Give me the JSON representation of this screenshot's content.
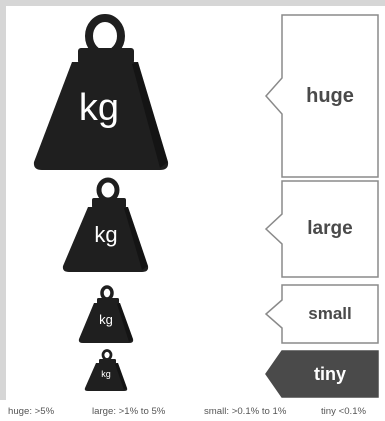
{
  "categories": [
    {
      "key": "huge",
      "weight_text": "kg",
      "arrow_label": "huge",
      "filled": false
    },
    {
      "key": "large",
      "weight_text": "kg",
      "arrow_label": "large",
      "filled": false
    },
    {
      "key": "small",
      "weight_text": "kg",
      "arrow_label": "small",
      "filled": false
    },
    {
      "key": "tiny",
      "weight_text": "kg",
      "arrow_label": "tiny",
      "filled": true
    }
  ],
  "legend": [
    "huge: >5%",
    "large: >1% to 5%",
    "small: >0.1% to 1%",
    "tiny <0.1%"
  ],
  "colors": {
    "weight_body": "#1f1f1f",
    "arrow_border": "#8a8a8a",
    "arrow_fill_tiny": "#4a4a4a",
    "label_text": "#4a4a4a",
    "label_text_tiny": "#ffffff"
  }
}
